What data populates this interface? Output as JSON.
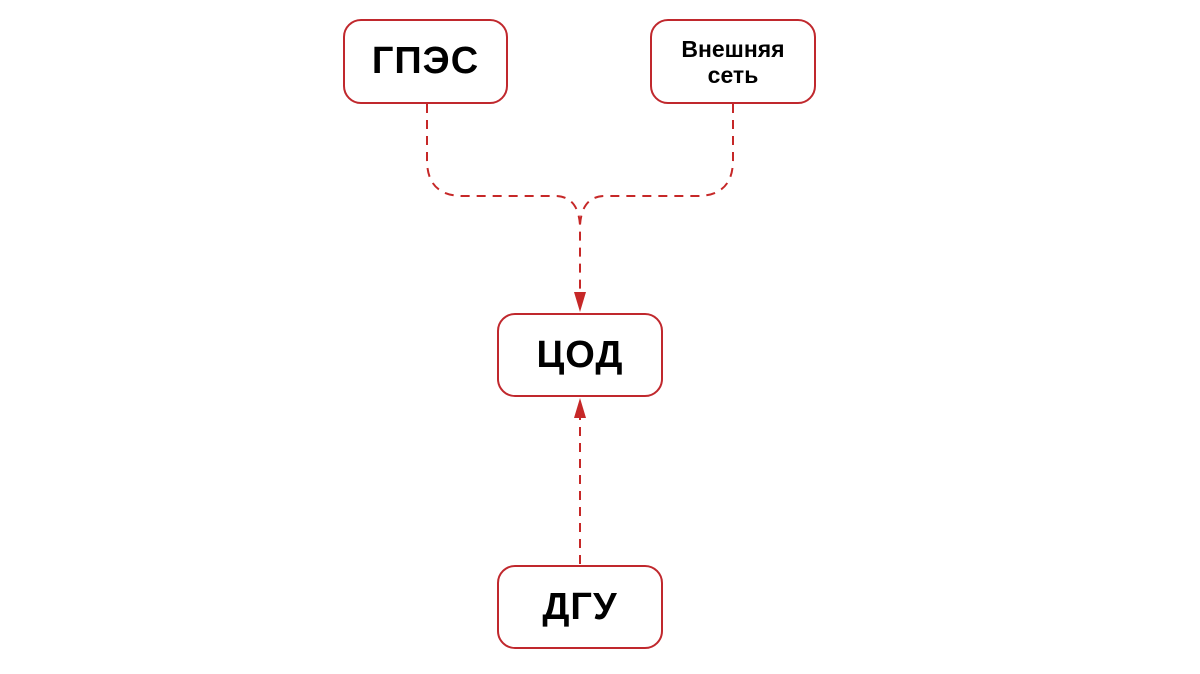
{
  "nodes": {
    "gpes": "ГПЭС",
    "external_line1": "Внешняя",
    "external_line2": "сеть",
    "dc": "ЦОД",
    "dgu": "ДГУ"
  },
  "colors": {
    "accent": "#c0282d",
    "connector": "#c62828"
  }
}
